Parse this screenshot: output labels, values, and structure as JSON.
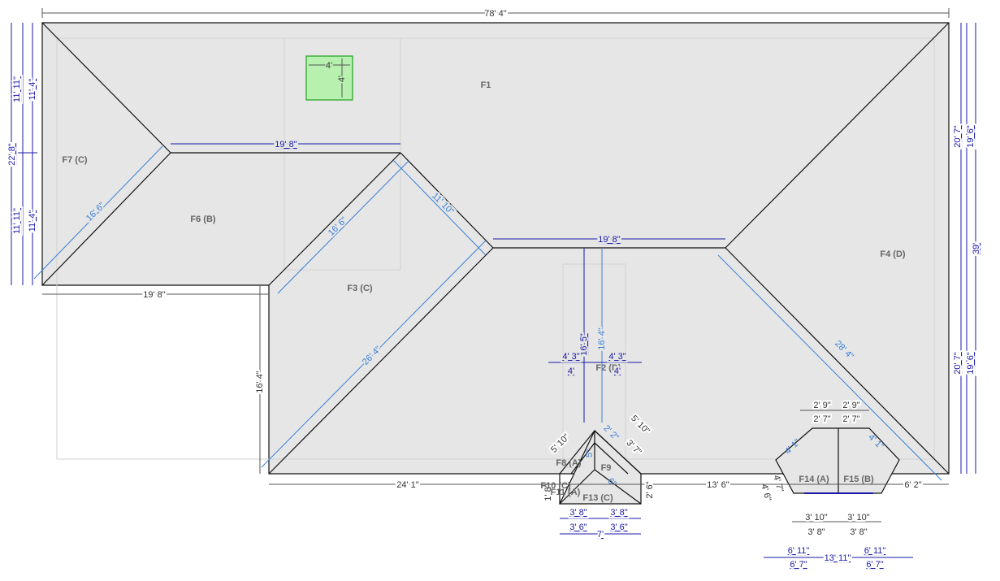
{
  "roof": {
    "faces": {
      "f1": "F1",
      "f2": "F2 (D)",
      "f3": "F3 (C)",
      "f4": "F4 (D)",
      "f6": "F6 (B)",
      "f7": "F7 (C)",
      "f8": "F8 (A)",
      "f9": "F9",
      "f10": "F10 (C)",
      "f11": "F11 (A)",
      "f13": "F13 (C)",
      "f14": "F14 (A)",
      "f15": "F15 (B)"
    },
    "dims": {
      "overall_top": "78' 4\"",
      "left_bottom": "19' 8\"",
      "left_vertical": "16' 4\"",
      "bottom_left": "24' 1\"",
      "bottom_mid": "13' 6\"",
      "bottom_right": "6' 2\"",
      "right_total": "39'",
      "small_right": "2' 6\"",
      "left_total": "22' 8\"",
      "left_upper_a": "11' 11\"",
      "left_upper_b": "11' 4\"",
      "left_lower_a": "11' 11\"",
      "left_lower_b": "11' 4\"",
      "right_upper_a": "20' 7\"",
      "right_upper_b": "19' 6\"",
      "right_lower_a": "20' 7\"",
      "right_lower_b": "19' 6\""
    },
    "ridges": {
      "ridge_top": "19' 8\"",
      "ridge_mid": "19' 8\"",
      "hip_left_f6": "16' 6\"",
      "hip_f3_upper": "16' 6\"",
      "hip_f3_right": "11' 10\"",
      "hip_f3_long": "26' 4\"",
      "hip_f4_long": "28' 4\"",
      "valley_a": "16' 5\"",
      "valley_b": "16' 4\""
    },
    "dormer": {
      "w_top_a": "4' 3\"",
      "w_top_b": "4' 3\"",
      "w_bot_a": "4'",
      "w_bot_b": "4'",
      "hip_l": "5' 10\"",
      "hip_r": "5' 10\"",
      "hip_r2": "3' 7\"",
      "inner_a": "2' 2\"",
      "inner_b": "6\"",
      "inner_c": "5\"",
      "side_left": "1' 8\"",
      "base_a": "3' 8\"",
      "base_b": "3' 8\"",
      "base_c": "3' 6\"",
      "base_d": "3' 6\"",
      "base_total": "7'"
    },
    "bay": {
      "top_a": "2' 9\"",
      "top_b": "2' 9\"",
      "top_c": "2' 7\"",
      "top_d": "2' 7\"",
      "side_a": "4' 1\"",
      "side_b": "4' 1\"",
      "left_a": "4' 7\"",
      "left_b": "4' 6\"",
      "bot_a": "3' 10\"",
      "bot_b": "3' 10\"",
      "bot_c": "3' 8\"",
      "bot_d": "3' 8\"",
      "wide_a": "6' 11\"",
      "wide_b": "6' 11\"",
      "wide_c": "6' 7\"",
      "wide_d": "6' 7\"",
      "wide_mid": "13' 11\""
    },
    "skylight": {
      "width": "4'",
      "height": "4'"
    }
  },
  "colors": {
    "face_fill": "#e6e6e6",
    "outline": "#111111",
    "dimension_gray": "#555555",
    "dimension_blue": "#1a1aa8",
    "ridge_blue": "#3a7fd5",
    "skylight_green": "#20a020"
  }
}
